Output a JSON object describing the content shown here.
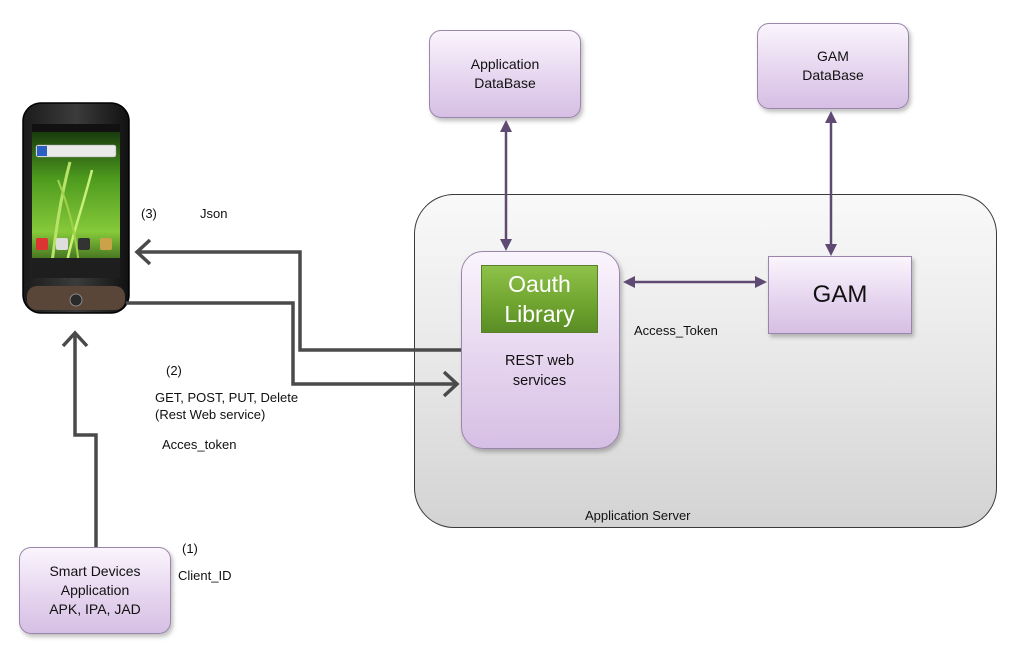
{
  "boxes": {
    "app_database": "Application\nDataBase",
    "gam_database": "GAM\nDataBase",
    "oauth_library": "Oauth\nLibrary",
    "rest_services": "REST web\nservices",
    "gam": "GAM",
    "smart_app": "Smart Devices\nApplication\nAPK, IPA, JAD",
    "app_server": "Application Server"
  },
  "labels": {
    "step3": "(3)",
    "json": "Json",
    "step2": "(2)",
    "methods": "GET, POST, PUT, Delete\n(Rest Web service)",
    "acces_token": "Acces_token",
    "step1": "(1)",
    "client_id": "Client_ID",
    "access_token": "Access_Token"
  },
  "colors": {
    "lavender_box": "#e6d5ef",
    "oauth_green": "#7ab33a",
    "purple_arrow": "#5e4a73",
    "gray_arrow": "#4a4a4a"
  }
}
